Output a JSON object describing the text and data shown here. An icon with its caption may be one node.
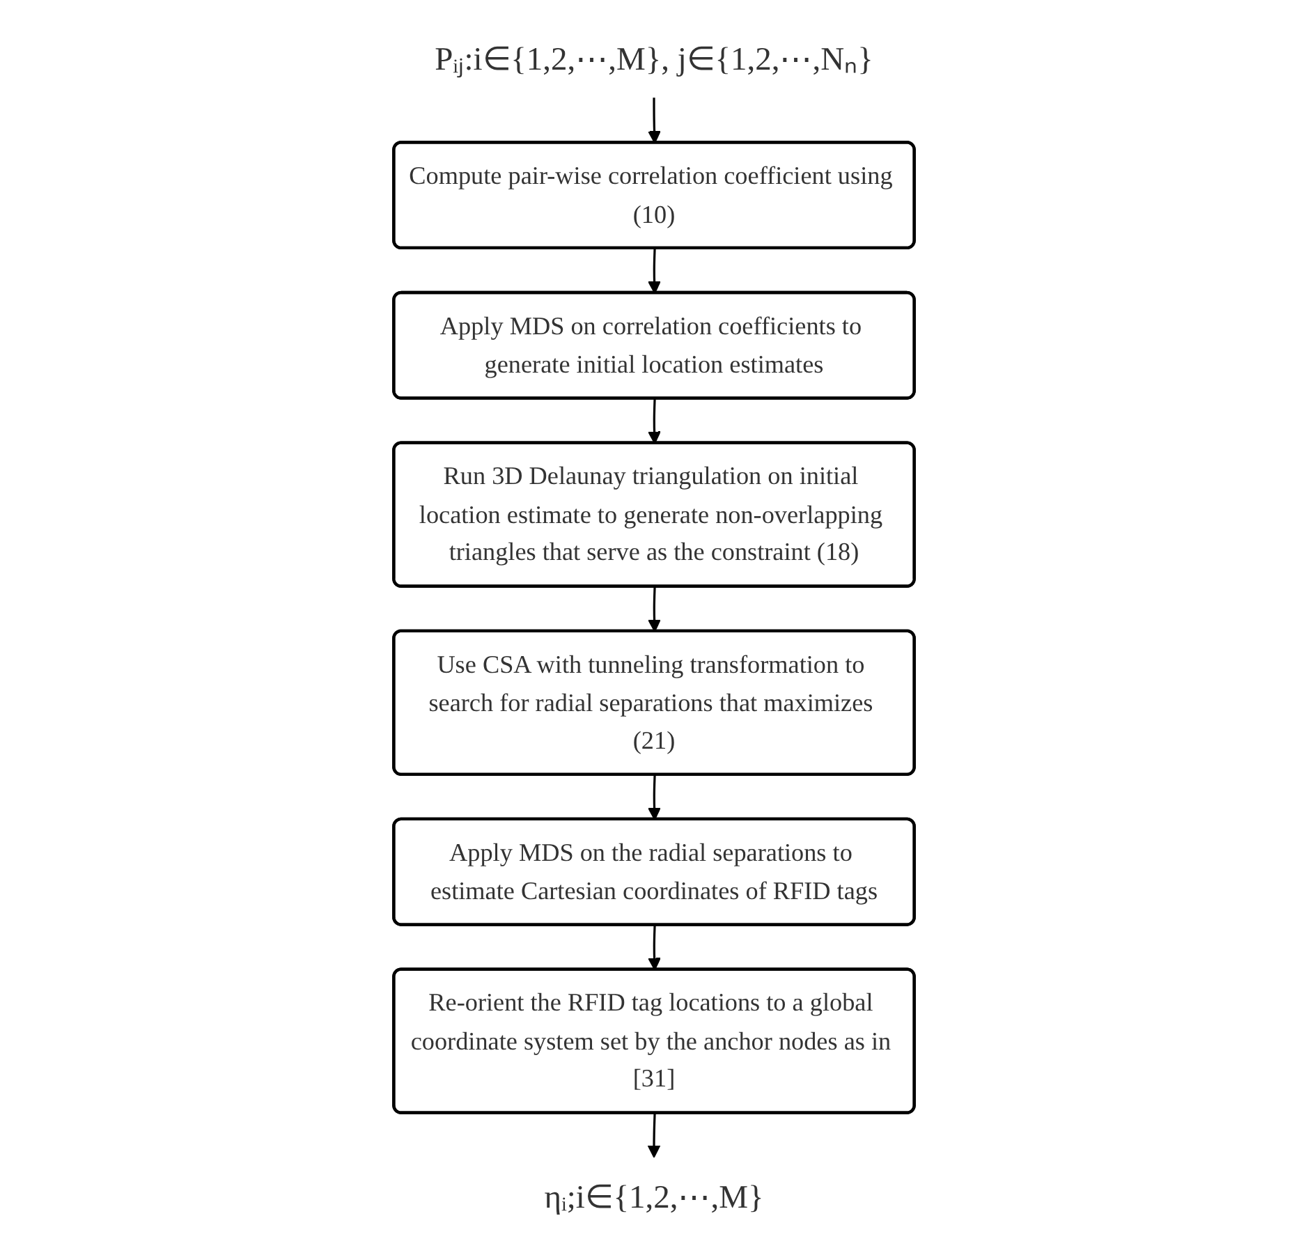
{
  "diagram": {
    "nodes": [
      {
        "text": [
          "Pᵢⱼ:i∈{1,2,⋯,M}, j∈{1,2,⋯,Nₙ}"
        ]
      },
      {
        "text": [
          "Compute pair-wise correlation coefficient using (10)"
        ]
      },
      {
        "text": [
          "Apply MDS on correlation coefficients to generate initial location estimates"
        ]
      },
      {
        "text": [
          "Run 3D Delaunay triangulation on initial location estimate to generate non-overlapping triangles that serve as the constraint (18)"
        ]
      },
      {
        "text": [
          "Use CSA with tunneling transformation to search for radial separations that maximizes (21)"
        ]
      },
      {
        "text": [
          "Apply MDS on the radial separations to estimate Cartesian coordinates of RFID tags"
        ]
      },
      {
        "text": [
          "Re-orient the RFID tag locations to a global coordinate system set by the anchor nodes as in [31]"
        ]
      },
      {
        "text": [
          "ηᵢ;i∈{1,2,⋯,M}"
        ]
      }
    ],
    "edges": [
      {
        "from": 0,
        "to": 1,
        "arrow": "to"
      },
      {
        "from": 1,
        "to": 2,
        "arrow": "to"
      },
      {
        "from": 2,
        "to": 3,
        "arrow": "to"
      },
      {
        "from": 3,
        "to": 4,
        "arrow": "to"
      },
      {
        "from": 4,
        "to": 5,
        "arrow": "to"
      },
      {
        "from": 5,
        "to": 6,
        "arrow": "to"
      },
      {
        "from": 6,
        "to": 7,
        "arrow": "to"
      }
    ]
  }
}
